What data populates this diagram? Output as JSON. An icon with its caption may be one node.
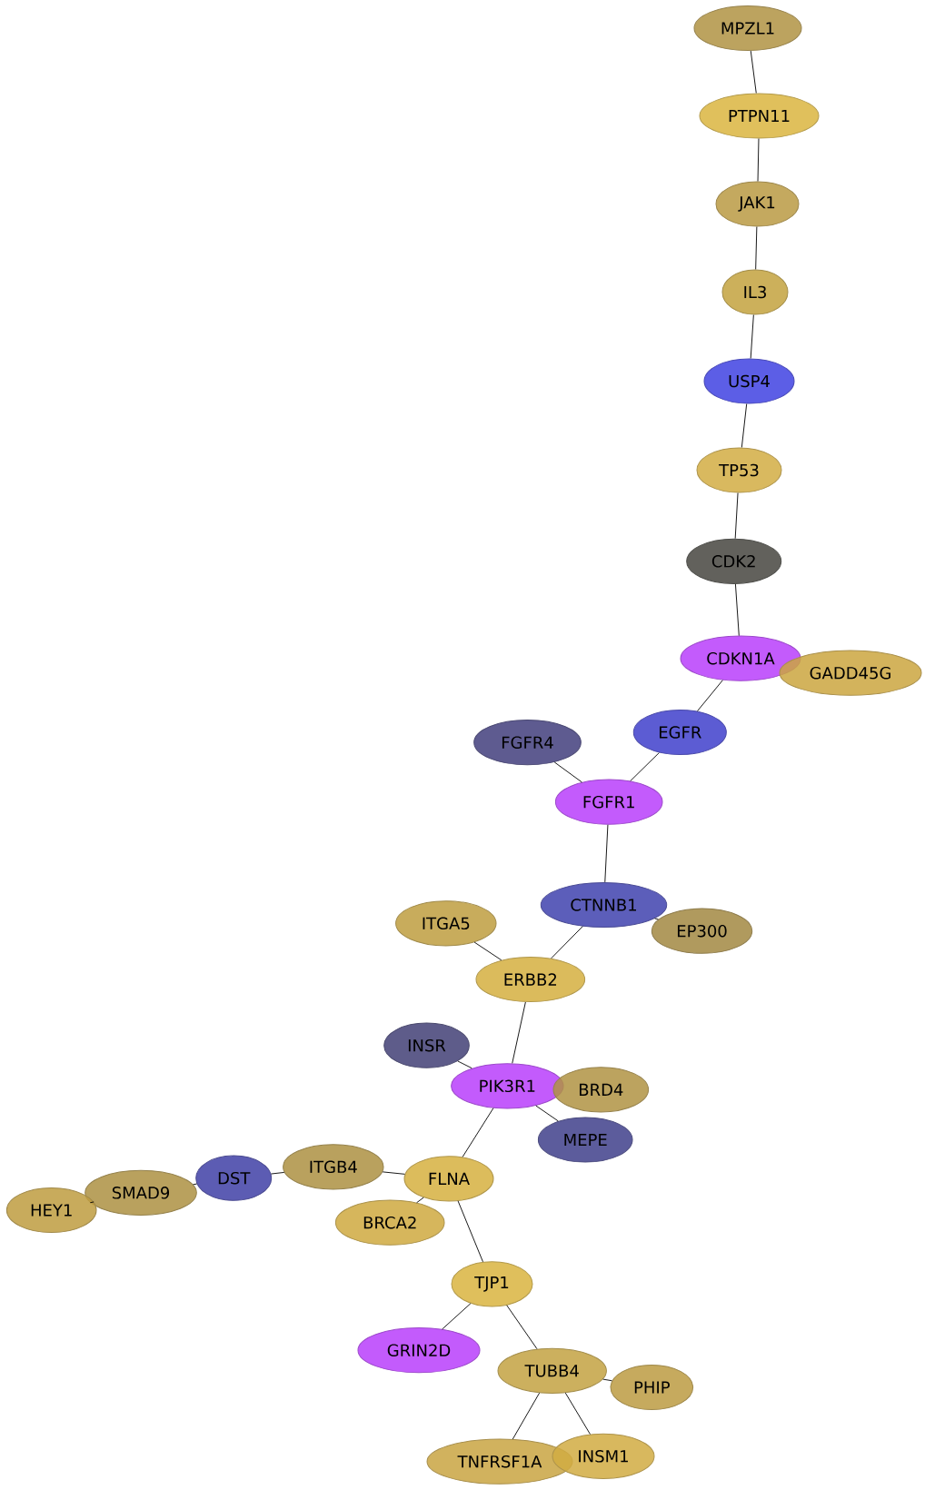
{
  "diagram": {
    "nodes": [
      {
        "text": [
          "MPZL1"
        ]
      },
      {
        "text": [
          "PTPN11"
        ]
      },
      {
        "text": [
          "JAK1"
        ]
      },
      {
        "text": [
          "IL3"
        ]
      },
      {
        "text": [
          "USP4"
        ]
      },
      {
        "text": [
          "TP53"
        ]
      },
      {
        "text": [
          "CDK2"
        ]
      },
      {
        "text": [
          "CDKN1A"
        ]
      },
      {
        "text": [
          "GADD45G"
        ]
      },
      {
        "text": [
          "EGFR"
        ]
      },
      {
        "text": [
          "FGFR4"
        ]
      },
      {
        "text": [
          "FGFR1"
        ]
      },
      {
        "text": [
          "CTNNB1"
        ]
      },
      {
        "text": [
          "ITGA5"
        ]
      },
      {
        "text": [
          "EP300"
        ]
      },
      {
        "text": [
          "ERBB2"
        ]
      },
      {
        "text": [
          "INSR"
        ]
      },
      {
        "text": [
          "PIK3R1"
        ]
      },
      {
        "text": [
          "BRD4"
        ]
      },
      {
        "text": [
          "MEPE"
        ]
      },
      {
        "text": [
          "ITGB4"
        ]
      },
      {
        "text": [
          "DST"
        ]
      },
      {
        "text": [
          "FLNA"
        ]
      },
      {
        "text": [
          "SMAD9"
        ]
      },
      {
        "text": [
          "HEY1"
        ]
      },
      {
        "text": [
          "BRCA2"
        ]
      },
      {
        "text": [
          "TJP1"
        ]
      },
      {
        "text": [
          "GRIN2D"
        ]
      },
      {
        "text": [
          "TUBB4"
        ]
      },
      {
        "text": [
          "PHIP"
        ]
      },
      {
        "text": [
          "TNFRSF1A"
        ]
      },
      {
        "text": [
          "INSM1"
        ]
      }
    ],
    "edges": [
      {
        "from": 0,
        "to": 1,
        "arrow": "none"
      },
      {
        "from": 1,
        "to": 2,
        "arrow": "none"
      },
      {
        "from": 2,
        "to": 3,
        "arrow": "none"
      },
      {
        "from": 3,
        "to": 4,
        "arrow": "none"
      },
      {
        "from": 4,
        "to": 5,
        "arrow": "none"
      },
      {
        "from": 5,
        "to": 6,
        "arrow": "none"
      },
      {
        "from": 6,
        "to": 7,
        "arrow": "none"
      },
      {
        "from": 7,
        "to": 9,
        "arrow": "none"
      },
      {
        "from": 9,
        "to": 11,
        "arrow": "none"
      },
      {
        "from": 10,
        "to": 11,
        "arrow": "none"
      },
      {
        "from": 11,
        "to": 12,
        "arrow": "none"
      },
      {
        "from": 12,
        "to": 14,
        "arrow": "none"
      },
      {
        "from": 12,
        "to": 15,
        "arrow": "none"
      },
      {
        "from": 13,
        "to": 15,
        "arrow": "none"
      },
      {
        "from": 15,
        "to": 17,
        "arrow": "none"
      },
      {
        "from": 16,
        "to": 17,
        "arrow": "none"
      },
      {
        "from": 17,
        "to": 19,
        "arrow": "none"
      },
      {
        "from": 17,
        "to": 22,
        "arrow": "none"
      },
      {
        "from": 20,
        "to": 22,
        "arrow": "none"
      },
      {
        "from": 21,
        "to": 20,
        "arrow": "none"
      },
      {
        "from": 23,
        "to": 21,
        "arrow": "none"
      },
      {
        "from": 24,
        "to": 23,
        "arrow": "none"
      },
      {
        "from": 22,
        "to": 25,
        "arrow": "none"
      },
      {
        "from": 22,
        "to": 26,
        "arrow": "none"
      },
      {
        "from": 26,
        "to": 27,
        "arrow": "none"
      },
      {
        "from": 26,
        "to": 28,
        "arrow": "none"
      },
      {
        "from": 28,
        "to": 29,
        "arrow": "none"
      },
      {
        "from": 28,
        "to": 30,
        "arrow": "none"
      },
      {
        "from": 28,
        "to": 31,
        "arrow": "none"
      }
    ]
  }
}
